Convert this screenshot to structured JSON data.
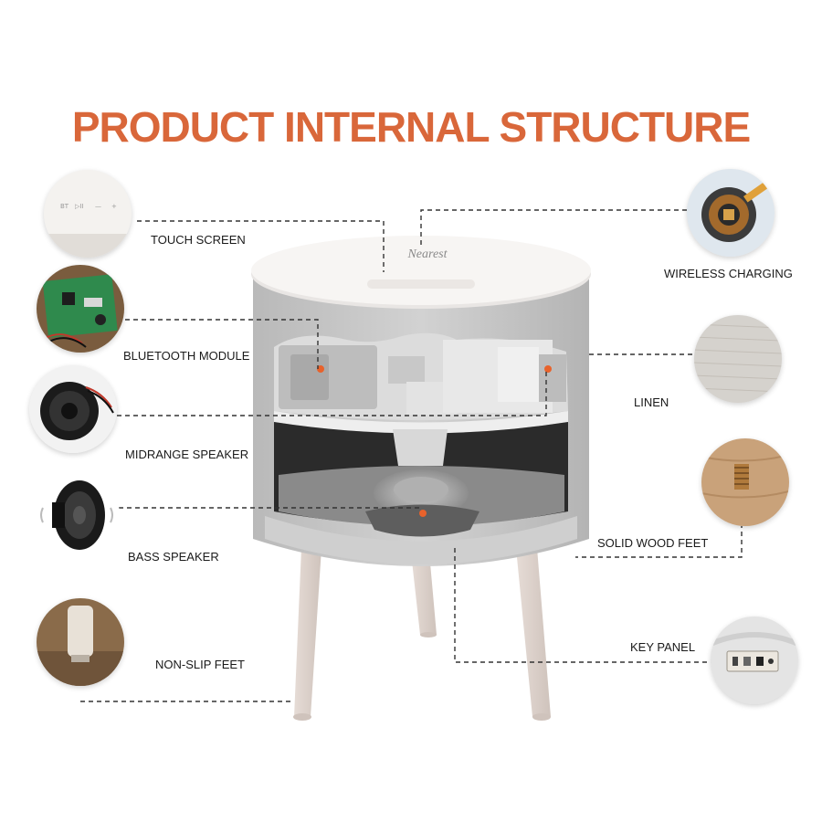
{
  "title": "PRODUCT INTERNAL STRUCTURE",
  "colors": {
    "title": "#d9673a",
    "leader": "#333333",
    "accent_dot": "#e8622b"
  },
  "brand_on_top": "Nearest",
  "callouts": {
    "touch_screen": "TOUCH  SCREEN",
    "bluetooth_module": "BLUETOOTH MODULE",
    "midrange_speaker": "MIDRANGE SPEAKER",
    "bass_speaker": "BASS SPEAKER",
    "non_slip_feet": "NON-SLIP FEET",
    "wireless_charging": "WIRELESS CHARGING",
    "linen": "LINEN",
    "solid_wood_feet": "SOLID WOOD FEET",
    "key_panel": "KEY PANEL"
  },
  "thumbnails": {
    "touch_screen": "touch-panel-photo",
    "bluetooth_module": "circuit-board-photo",
    "midrange_speaker": "speaker-driver-photo",
    "bass_speaker": "bass-driver-photo",
    "non_slip_feet": "foot-pad-photo",
    "wireless_charging": "charging-coil-photo",
    "linen": "linen-fabric-photo",
    "solid_wood_feet": "wood-foot-photo",
    "key_panel": "key-panel-photo"
  }
}
